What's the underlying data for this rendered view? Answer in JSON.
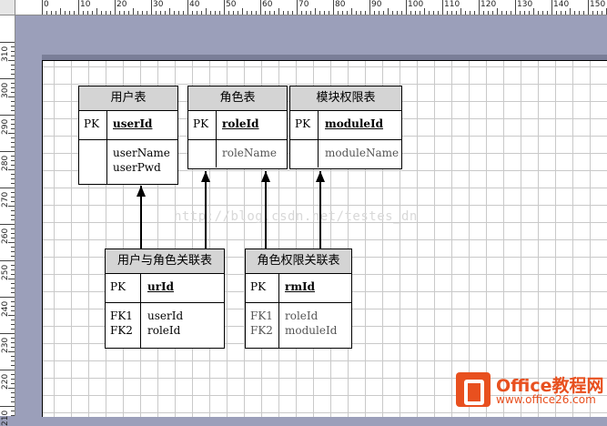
{
  "ruler": {
    "top_labels": [
      "0",
      "10",
      "20",
      "30",
      "40",
      "50",
      "60",
      "70",
      "80",
      "90",
      "100",
      "110",
      "120",
      "130",
      "140",
      "150"
    ],
    "left_labels": [
      "310",
      "300",
      "290",
      "280",
      "270",
      "260",
      "250",
      "240",
      "230",
      "220",
      "210"
    ]
  },
  "watermark": "http://blog.csdn.net/testes_dn",
  "entities": {
    "user": {
      "title": "用户表",
      "pk_label": "PK",
      "pk_field": "userId",
      "attrs": [
        "userName",
        "userPwd"
      ]
    },
    "role": {
      "title": "角色表",
      "pk_label": "PK",
      "pk_field": "roleId",
      "attrs": [
        "roleName"
      ]
    },
    "module": {
      "title": "模块权限表",
      "pk_label": "PK",
      "pk_field": "moduleId",
      "attrs": [
        "moduleName"
      ]
    },
    "user_role": {
      "title": "用户与角色关联表",
      "pk_label": "PK",
      "pk_field": "urId",
      "fk_labels": [
        "FK1",
        "FK2"
      ],
      "attrs": [
        "userId",
        "roleId"
      ]
    },
    "role_module": {
      "title": "角色权限关联表",
      "pk_label": "PK",
      "pk_field": "rmId",
      "fk_labels": [
        "FK1",
        "FK2"
      ],
      "attrs": [
        "roleId",
        "moduleId"
      ]
    }
  },
  "logo": {
    "brand": "Office教程网",
    "url": "www.office26.com",
    "icon": "office-icon"
  }
}
